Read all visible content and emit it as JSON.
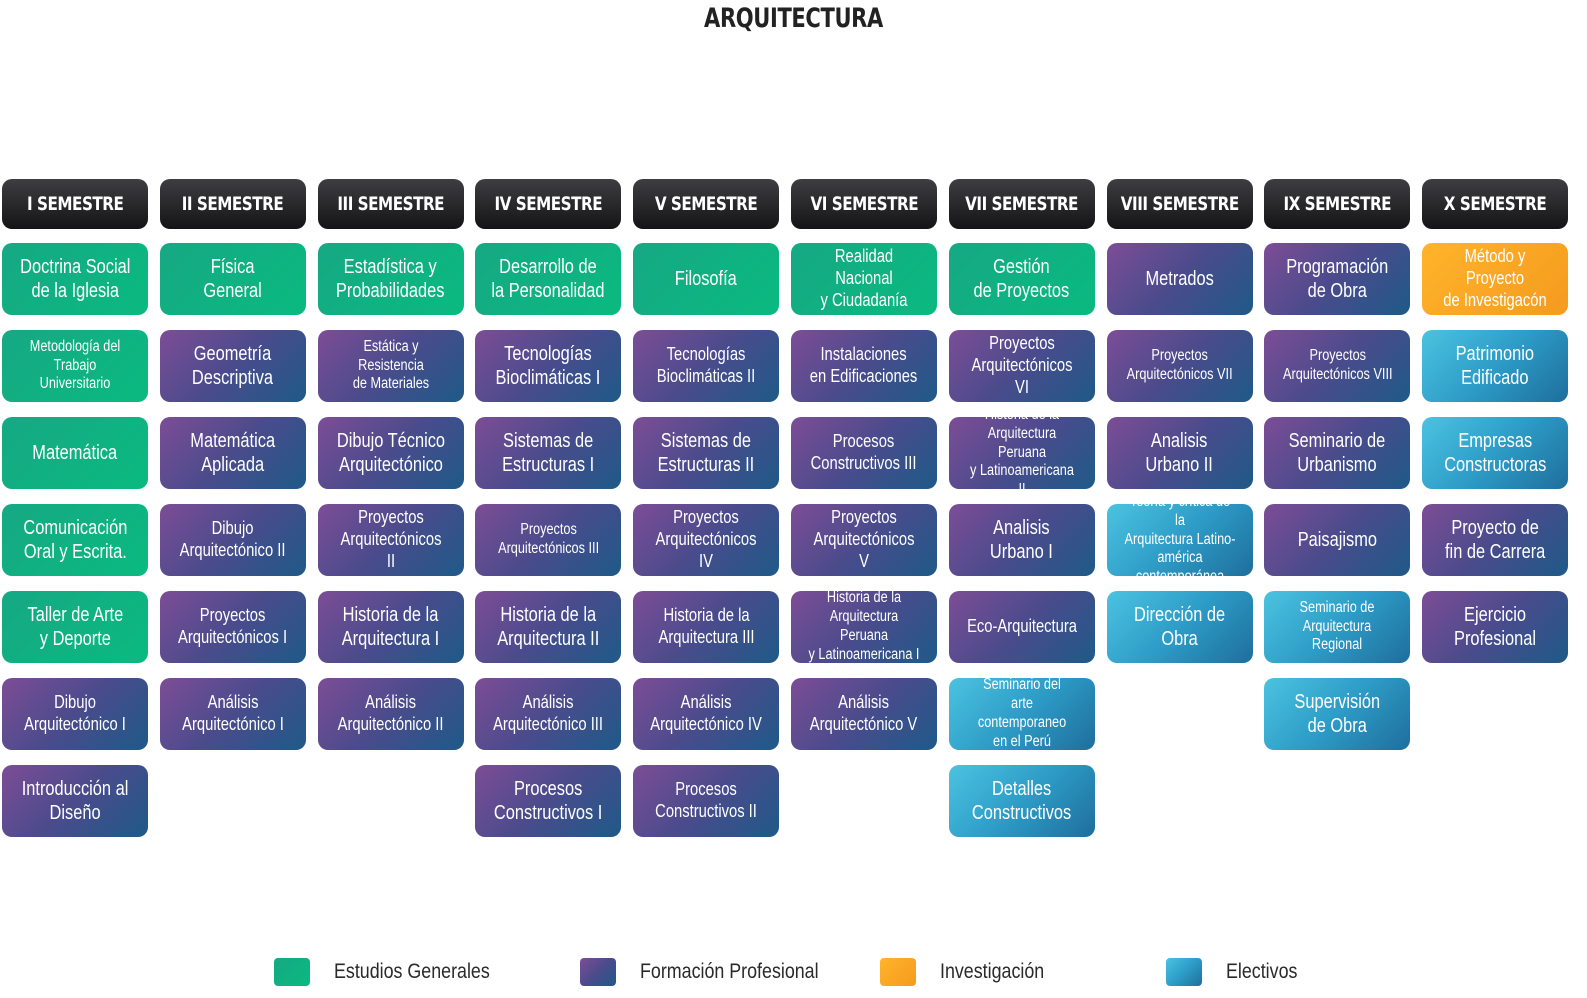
{
  "title": "ARQUITECTURA",
  "semesters": [
    {
      "label": "I SEMESTRE",
      "courses": [
        {
          "name": "Doctrina Social\nde la Iglesia",
          "category": "general"
        },
        {
          "name": "Metodología del\nTrabajo Universitario",
          "category": "general"
        },
        {
          "name": "Matemática",
          "category": "general"
        },
        {
          "name": "Comunicación\nOral y Escrita.",
          "category": "general"
        },
        {
          "name": "Taller de Arte\ny Deporte",
          "category": "general"
        },
        {
          "name": "Dibujo\nArquitectónico I",
          "category": "profesional"
        },
        {
          "name": "Introducción al\nDiseño",
          "category": "profesional"
        }
      ]
    },
    {
      "label": "II SEMESTRE",
      "courses": [
        {
          "name": "Física\nGeneral",
          "category": "general"
        },
        {
          "name": "Geometría\nDescriptiva",
          "category": "profesional"
        },
        {
          "name": "Matemática\nAplicada",
          "category": "profesional"
        },
        {
          "name": "Dibujo\nArquitectónico II",
          "category": "profesional"
        },
        {
          "name": "Proyectos\nArquitectónicos I",
          "category": "profesional"
        },
        {
          "name": "Análisis\nArquitectónico I",
          "category": "profesional"
        }
      ]
    },
    {
      "label": "III SEMESTRE",
      "courses": [
        {
          "name": "Estadística y\nProbabilidades",
          "category": "general"
        },
        {
          "name": "Estática y Resistencia\nde Materiales",
          "category": "profesional"
        },
        {
          "name": "Dibujo Técnico\nArquitectónico",
          "category": "profesional"
        },
        {
          "name": "Proyectos\nArquitectónicos II",
          "category": "profesional"
        },
        {
          "name": "Historia de la\nArquitectura I",
          "category": "profesional"
        },
        {
          "name": "Análisis\nArquitectónico II",
          "category": "profesional"
        }
      ]
    },
    {
      "label": "IV SEMESTRE",
      "courses": [
        {
          "name": "Desarrollo de\nla Personalidad",
          "category": "general"
        },
        {
          "name": "Tecnologías\nBioclimáticas I",
          "category": "profesional"
        },
        {
          "name": "Sistemas de\nEstructuras I",
          "category": "profesional"
        },
        {
          "name": "Proyectos\nArquitectónicos III",
          "category": "profesional"
        },
        {
          "name": "Historia de la\nArquitectura II",
          "category": "profesional"
        },
        {
          "name": "Análisis\nArquitectónico III",
          "category": "profesional"
        },
        {
          "name": "Procesos\nConstructivos I",
          "category": "profesional"
        }
      ]
    },
    {
      "label": "V SEMESTRE",
      "courses": [
        {
          "name": "Filosofía",
          "category": "general"
        },
        {
          "name": "Tecnologías\nBioclimáticas II",
          "category": "profesional"
        },
        {
          "name": "Sistemas de\nEstructuras II",
          "category": "profesional"
        },
        {
          "name": "Proyectos\nArquitectónicos IV",
          "category": "profesional"
        },
        {
          "name": "Historia de la\nArquitectura III",
          "category": "profesional"
        },
        {
          "name": "Análisis\nArquitectónico IV",
          "category": "profesional"
        },
        {
          "name": "Procesos\nConstructivos II",
          "category": "profesional"
        }
      ]
    },
    {
      "label": "VI SEMESTRE",
      "courses": [
        {
          "name": "Realidad Nacional\ny Ciudadanía",
          "category": "general"
        },
        {
          "name": "Instalaciones\nen Edificaciones",
          "category": "profesional"
        },
        {
          "name": "Procesos\nConstructivos III",
          "category": "profesional"
        },
        {
          "name": "Proyectos\nArquitectónicos V",
          "category": "profesional"
        },
        {
          "name": "Historia de la\nArquitectura Peruana\ny Latinoamericana I",
          "category": "profesional"
        },
        {
          "name": "Análisis\nArquitectónico V",
          "category": "profesional"
        }
      ]
    },
    {
      "label": "VII SEMESTRE",
      "courses": [
        {
          "name": "Gestión\nde Proyectos",
          "category": "general"
        },
        {
          "name": "Proyectos\nArquitectónicos VI",
          "category": "profesional"
        },
        {
          "name": "Historia de la\nArquitectura Peruana\ny Latinoamericana II",
          "category": "profesional"
        },
        {
          "name": "Analisis\nUrbano I",
          "category": "profesional"
        },
        {
          "name": "Eco-Arquitectura",
          "category": "profesional"
        },
        {
          "name": "Seminario del\narte contemporaneo\nen el Perú",
          "category": "electivo"
        },
        {
          "name": "Detalles\nConstructivos",
          "category": "electivo"
        }
      ]
    },
    {
      "label": "VIII SEMESTRE",
      "courses": [
        {
          "name": "Metrados",
          "category": "profesional"
        },
        {
          "name": "Proyectos\nArquitectónicos VII",
          "category": "profesional"
        },
        {
          "name": "Analisis\nUrbano II",
          "category": "profesional"
        },
        {
          "name": "Teoría y crìtica de la\nArquitectura  Latino-\namérica contemporánea",
          "category": "electivo"
        },
        {
          "name": "Dirección de\nObra",
          "category": "electivo"
        }
      ]
    },
    {
      "label": "IX SEMESTRE",
      "courses": [
        {
          "name": "Programación\nde Obra",
          "category": "profesional"
        },
        {
          "name": "Proyectos\nArquitectónicos VIII",
          "category": "profesional"
        },
        {
          "name": "Seminario de\nUrbanismo",
          "category": "profesional"
        },
        {
          "name": "Paisajismo",
          "category": "profesional"
        },
        {
          "name": "Seminario de\nArquitectura Regional",
          "category": "electivo"
        },
        {
          "name": "Supervisión\nde Obra",
          "category": "electivo"
        }
      ]
    },
    {
      "label": "X SEMESTRE",
      "courses": [
        {
          "name": "Método y Proyecto\nde Investigacón",
          "category": "investigacion"
        },
        {
          "name": "Patrimonio\nEdificado",
          "category": "electivo"
        },
        {
          "name": "Empresas\nConstructoras",
          "category": "electivo"
        },
        {
          "name": "Proyecto de\nfin de Carrera",
          "category": "profesional"
        },
        {
          "name": "Ejercicio\nProfesional",
          "category": "profesional"
        }
      ]
    }
  ],
  "legend": [
    {
      "key": "general",
      "label": "Estudios Generales",
      "color": "#0fae83"
    },
    {
      "key": "profesional",
      "label": "Formación Profesional",
      "color": "#5d4c92"
    },
    {
      "key": "investigacion",
      "label": "Investigación",
      "color": "#f9a623"
    },
    {
      "key": "electivo",
      "label": "Electivos",
      "color": "#2fa3cb"
    }
  ],
  "colors": {
    "general": "#0fae83",
    "profesional": "#5d4c92",
    "investigacion": "#f9a623",
    "electivo": "#2fa3cb",
    "header": "#26262a"
  }
}
